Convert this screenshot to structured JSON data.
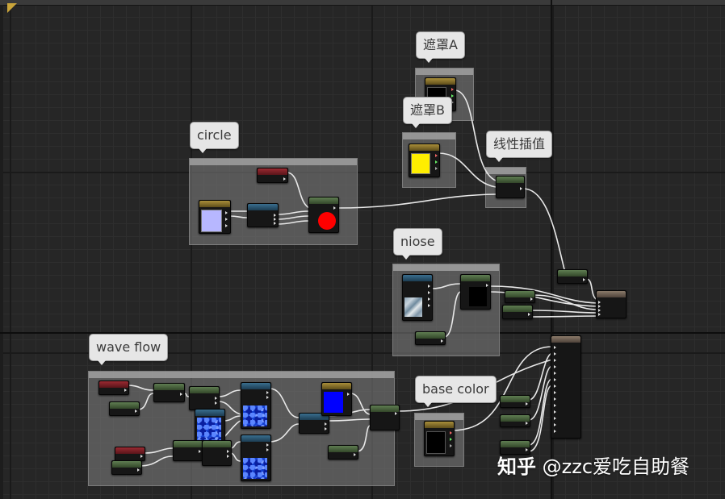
{
  "editor": {
    "background_color": "#262626",
    "wire_color": "#e8e8e8"
  },
  "comments": {
    "circle": "circle",
    "mask_a": "遮罩A",
    "mask_b": "遮罩B",
    "lerp": "线性插值",
    "niose": "niose",
    "wave_flow": "wave flow",
    "base_color": "base color"
  },
  "swatches": {
    "circle_color": "#ff0000",
    "circle_input": "#b7b7ff",
    "mask_a_color": "#000000",
    "mask_b_color": "#ffee00",
    "niose_result": "#000000",
    "wave_color": "#0000ff",
    "base_color_color": "#000000"
  },
  "node_colors": {
    "green": "#4f6b45",
    "red": "#8a2630",
    "gold": "#9a8033",
    "blue": "#336380",
    "tan": "#7d6c5e"
  },
  "watermark": {
    "brand": "知乎",
    "handle": "@zzc爱吃自助餐"
  }
}
